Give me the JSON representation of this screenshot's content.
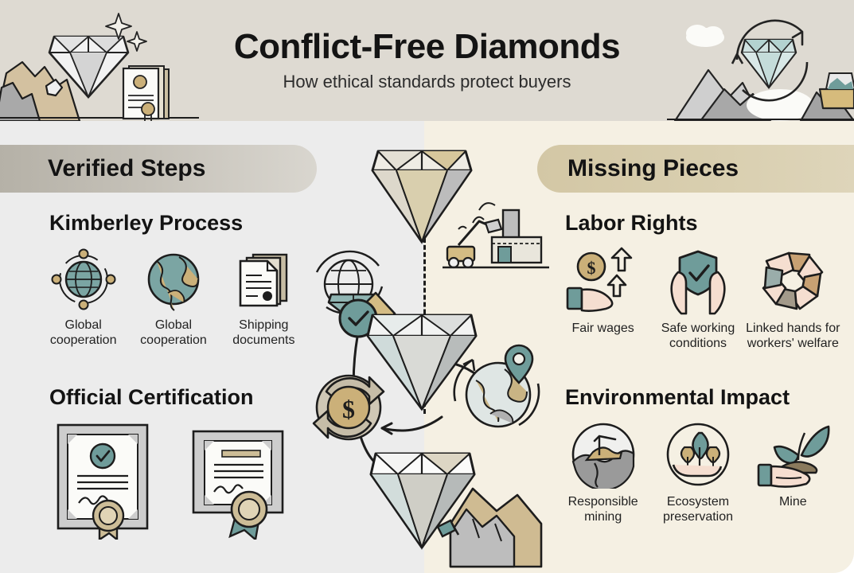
{
  "header": {
    "title": "Conflict-Free Diamonds",
    "subtitle": "How ethical standards protect buyers",
    "band_color": "#dedad2",
    "art_left_icons": [
      "rock-cliff",
      "diamond-sparkle",
      "certificate-documents"
    ],
    "art_right_icons": [
      "mountain-range",
      "cloud",
      "diamond-circular-arrows"
    ]
  },
  "colors": {
    "panel_left_bg": "#ececec",
    "panel_right_bg": "#f5f0e3",
    "pill_left": "#b5b1a7",
    "pill_right": "#d3c7a5",
    "teal_accent": "#6f9c9a",
    "gold_accent": "#cbb079",
    "skin_tone": "#f5ded0",
    "ink": "#1d1d1d"
  },
  "left_panel": {
    "pill_label": "Verified Steps",
    "sections": [
      {
        "heading": "Kimberley Process",
        "items": [
          {
            "label": "Global cooperation",
            "icon": "globe-network-icon"
          },
          {
            "label": "Global cooperation",
            "icon": "globe-icon"
          },
          {
            "label": "Shipping documents",
            "icon": "documents-icon"
          }
        ]
      },
      {
        "heading": "Official Certification",
        "items": [
          {
            "label": "",
            "icon": "certificate-check-seal-icon"
          },
          {
            "label": "",
            "icon": "certificate-ribbon-seal-icon"
          }
        ]
      }
    ]
  },
  "right_panel": {
    "pill_label": "Missing Pieces",
    "sections": [
      {
        "heading": "Labor Rights",
        "items": [
          {
            "label": "Fair wages",
            "icon": "hand-coin-arrows-icon"
          },
          {
            "label": "Safe working conditions",
            "icon": "shield-hands-icon"
          },
          {
            "label": "Linked hands for workers' welfare",
            "icon": "linked-hands-icon"
          }
        ]
      },
      {
        "heading": "Environmental Impact",
        "items": [
          {
            "label": "Responsible mining",
            "icon": "mining-site-circle-icon"
          },
          {
            "label": "Ecosystem preservation",
            "icon": "trees-in-hands-circle-icon"
          },
          {
            "label": "Mine",
            "icon": "hand-sapling-icon"
          }
        ]
      }
    ]
  },
  "center_flow": {
    "divider": "dashed-vertical-line",
    "nodes": [
      {
        "icon": "diamond-gold-top",
        "position": "top"
      },
      {
        "icon": "diamond-blue-middle",
        "position": "middle"
      },
      {
        "icon": "diamond-clear-bottom",
        "position": "bottom"
      },
      {
        "icon": "magnifier-globe-verify-icon",
        "position": "left-upper"
      },
      {
        "icon": "currency-recycle-icon",
        "position": "left-lower"
      },
      {
        "icon": "factory-excavator-icon",
        "position": "right-upper"
      },
      {
        "icon": "globe-location-pin-icon",
        "position": "right-lower"
      },
      {
        "icon": "rock-quarry-icon",
        "position": "bottom-right"
      }
    ],
    "arrows": [
      "arrow-up-left",
      "arrow-down-right",
      "arrow-left-lower",
      "arrow-left-from-globe"
    ]
  }
}
